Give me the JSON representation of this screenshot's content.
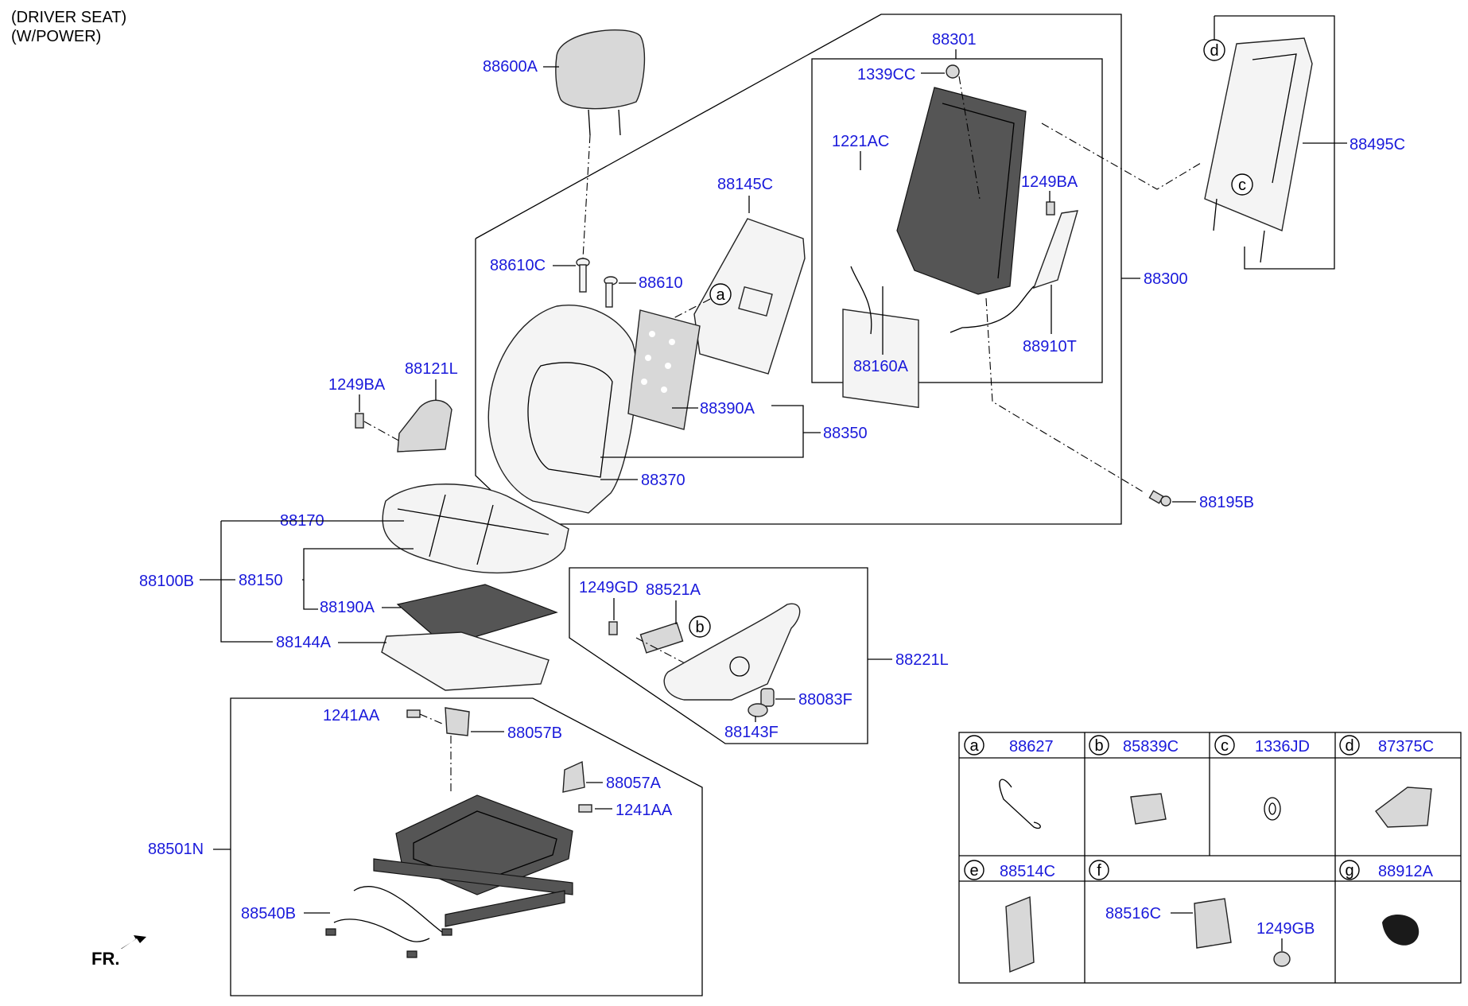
{
  "header": {
    "line1": "(DRIVER SEAT)",
    "line2": "(W/POWER)"
  },
  "direction": {
    "label": "FR."
  },
  "labels": {
    "p88600A": "88600A",
    "p88610C": "88610C",
    "p88610": "88610",
    "p88145C": "88145C",
    "p88301": "88301",
    "p1339CC": "1339CC",
    "p1221AC": "1221AC",
    "p1249BA_frame": "1249BA",
    "p88300": "88300",
    "p88160A": "88160A",
    "p88910T": "88910T",
    "p88495C": "88495C",
    "p1249BA_left": "1249BA",
    "p88121L": "88121L",
    "p88390A": "88390A",
    "p88350": "88350",
    "p88370": "88370",
    "p88195B": "88195B",
    "p88170": "88170",
    "p88100B": "88100B",
    "p88150": "88150",
    "p88190A": "88190A",
    "p88144A": "88144A",
    "p1249GD": "1249GD",
    "p88521A": "88521A",
    "p88221L": "88221L",
    "p88083F": "88083F",
    "p88143F": "88143F",
    "p1241AA_top": "1241AA",
    "p88057B": "88057B",
    "p88057A": "88057A",
    "p1241AA_mid": "1241AA",
    "p88501N": "88501N",
    "p88540B": "88540B"
  },
  "callouts": {
    "a": "a",
    "b": "b",
    "c": "c",
    "d": "d"
  },
  "legend": [
    {
      "letter": "a",
      "part": "88627"
    },
    {
      "letter": "b",
      "part": "85839C"
    },
    {
      "letter": "c",
      "part": "1336JD"
    },
    {
      "letter": "d",
      "part": "87375C"
    },
    {
      "letter": "e",
      "part": "88514C"
    },
    {
      "letter": "f",
      "part": "",
      "sub": [
        "88516C",
        "1249GB"
      ]
    },
    {
      "letter": "g",
      "part": "88912A"
    }
  ],
  "colors": {
    "label": "#1a1adb",
    "line": "#000000"
  }
}
